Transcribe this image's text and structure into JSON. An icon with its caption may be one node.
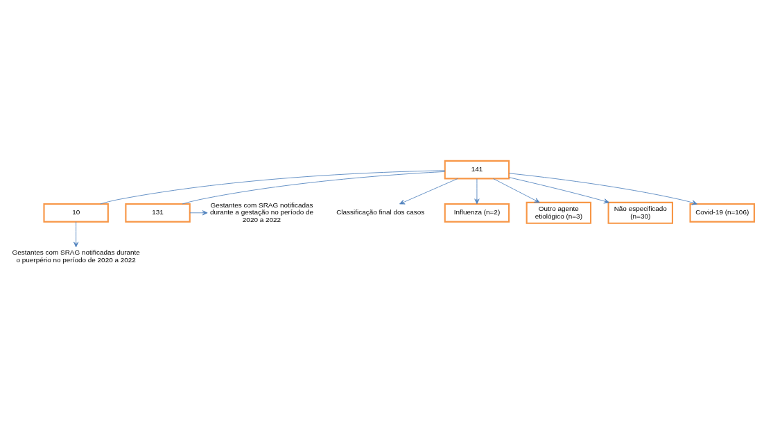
{
  "diagram": {
    "nodes": [
      {
        "text": [
          "141"
        ]
      },
      {
        "text": [
          "10"
        ]
      },
      {
        "text": [
          "131"
        ]
      },
      {
        "text": [
          "Gestantes com SRAG notificadas durante o puerpério no período de 2020 a 2022"
        ]
      },
      {
        "text": [
          "Gestantes com SRAG notificadas durante a gestação no período de 2020 a 2022"
        ]
      },
      {
        "text": [
          "Classificação final dos casos"
        ]
      },
      {
        "text": [
          "Influenza (n=2)"
        ]
      },
      {
        "text": [
          "Outro agente etiológico (n=3)"
        ]
      },
      {
        "text": [
          "Não especificado (n=30)"
        ]
      },
      {
        "text": [
          "Covid-19 (n=106)"
        ]
      }
    ],
    "edges": [
      {
        "from": 0,
        "to": 1,
        "arrow": "none"
      },
      {
        "from": 0,
        "to": 2,
        "arrow": "none"
      },
      {
        "from": 1,
        "to": 3,
        "arrow": "to"
      },
      {
        "from": 2,
        "to": 4,
        "arrow": "to"
      },
      {
        "from": 0,
        "to": 5,
        "arrow": "to"
      },
      {
        "from": 0,
        "to": 6,
        "arrow": "to"
      },
      {
        "from": 0,
        "to": 7,
        "arrow": "to"
      },
      {
        "from": 0,
        "to": 8,
        "arrow": "to"
      },
      {
        "from": 0,
        "to": 9,
        "arrow": "to"
      }
    ]
  }
}
